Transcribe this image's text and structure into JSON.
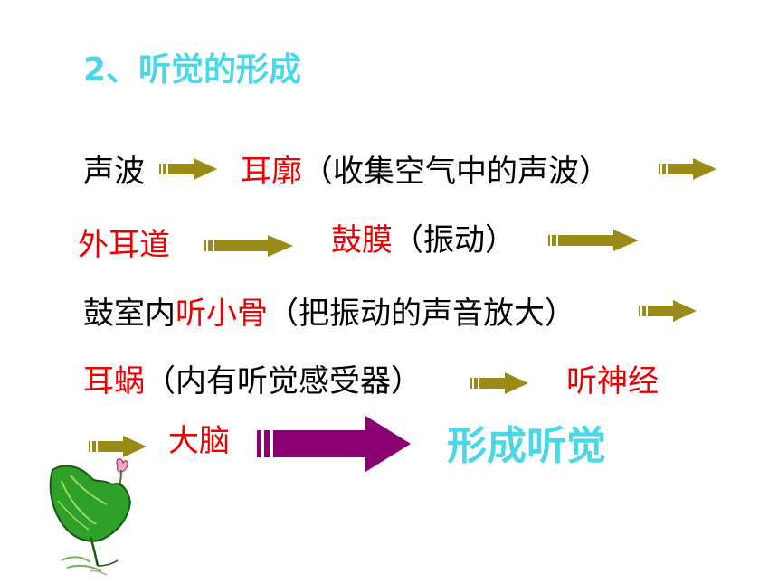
{
  "colors": {
    "title": "#48d8e8",
    "highlight": "#ee0000",
    "text": "#000000",
    "arrow_fill": "#9a8a18",
    "big_arrow_fill": "#8a0070",
    "result": "#48d8e8"
  },
  "title": "2、听觉的形成",
  "row1": {
    "t1": "声波",
    "t2": "耳廓",
    "t3": "（收集空气中的声波）"
  },
  "row2": {
    "t1": "外耳道",
    "t2": "鼓膜",
    "t3": "（振动）"
  },
  "row3": {
    "t1": "鼓室内",
    "t2": "听小骨",
    "t3": "（把振动的声音放大）"
  },
  "row4": {
    "t1": "耳蜗",
    "t2": "（内有听觉感受器）",
    "t3": "听神经"
  },
  "row5": {
    "t1": "大脑",
    "t2": "形成听觉"
  },
  "icons": [
    "arrow-right-icon",
    "big-arrow-right-icon",
    "lotus-leaf-illustration"
  ]
}
